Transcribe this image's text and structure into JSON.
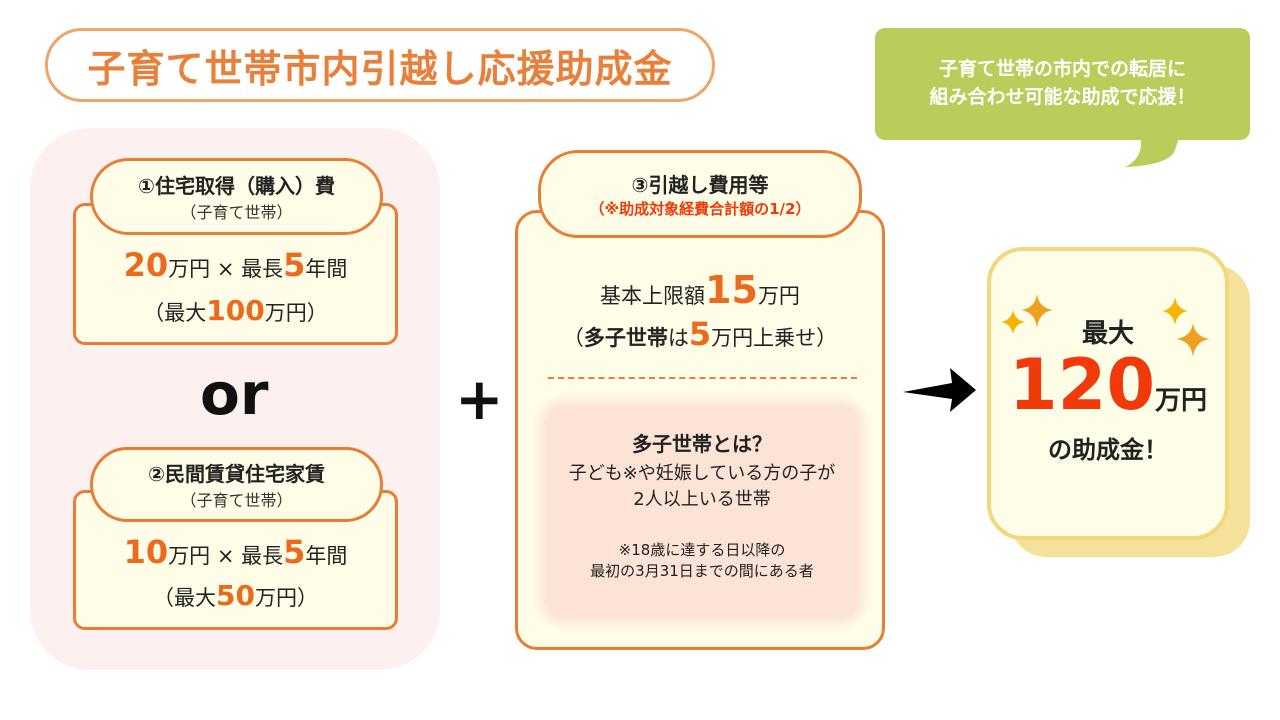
{
  "title": "子育て世帯市内引越し応援助成金",
  "bubble": {
    "line1": "子育て世帯の市内での転居に",
    "line2": "組み合わせ可能な助成で応援！"
  },
  "box1": {
    "heading": "①住宅取得（購入）費",
    "sub": "（子育て世帯）",
    "amount": "20",
    "unit": "万円 × 最長",
    "years": "5",
    "years_unit": "年間",
    "max_prefix": "（最大",
    "max": "100",
    "max_suffix": "万円）"
  },
  "or_label": "or",
  "box2": {
    "heading": "②民間賃貸住宅家賃",
    "sub": "（子育て世帯）",
    "amount": "10",
    "unit": "万円 × 最長",
    "years": "5",
    "years_unit": "年間",
    "max_prefix": "（最大",
    "max": "50",
    "max_suffix": "万円）"
  },
  "plus_label": "+",
  "box3": {
    "heading": "③引越し費用等",
    "note": "（※助成対象経費合計額の1/2）",
    "base_prefix": "基本上限額",
    "base": "15",
    "base_unit": "万円",
    "extra_open": "（",
    "extra_bold": "多子世帯",
    "extra_ha": "は",
    "extra": "5",
    "extra_suffix": "万円上乗せ）",
    "def_title": "多子世帯とは？",
    "def_line1": "子ども※や妊娠している方の子が",
    "def_line2": "2人以上いる世帯",
    "foot1": "※18歳に達する日以降の",
    "foot2": "最初の3月31日までの間にある者"
  },
  "result": {
    "top": "最大",
    "amount": "120",
    "unit": "万円",
    "bottom": "の助成金！"
  },
  "colors": {
    "accent": "#e87d33",
    "number": "#ec6a1c",
    "result_number": "#f03a0a",
    "bubble": "#b9cd5b"
  }
}
